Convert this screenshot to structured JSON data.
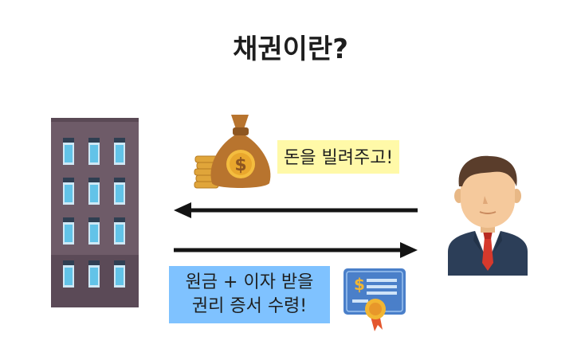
{
  "title": "채권이란?",
  "lender_label": "돈을 빌려주고!",
  "return_label": {
    "line1": "원금 + 이자 받을",
    "line2": "권리 증서 수령!"
  },
  "colors": {
    "yellow_box": "#fff9a8",
    "blue_box": "#7fc2ff",
    "arrow": "#141414",
    "building": "#6e5b68",
    "bag": "#b8742e",
    "suit": "#2c3e58",
    "tie": "#d6392c",
    "certificate": "#4a7fc9"
  },
  "icons": {
    "building": "building-icon",
    "person": "businessman-icon",
    "money": "money-bag-icon",
    "certificate": "bond-certificate-icon"
  }
}
